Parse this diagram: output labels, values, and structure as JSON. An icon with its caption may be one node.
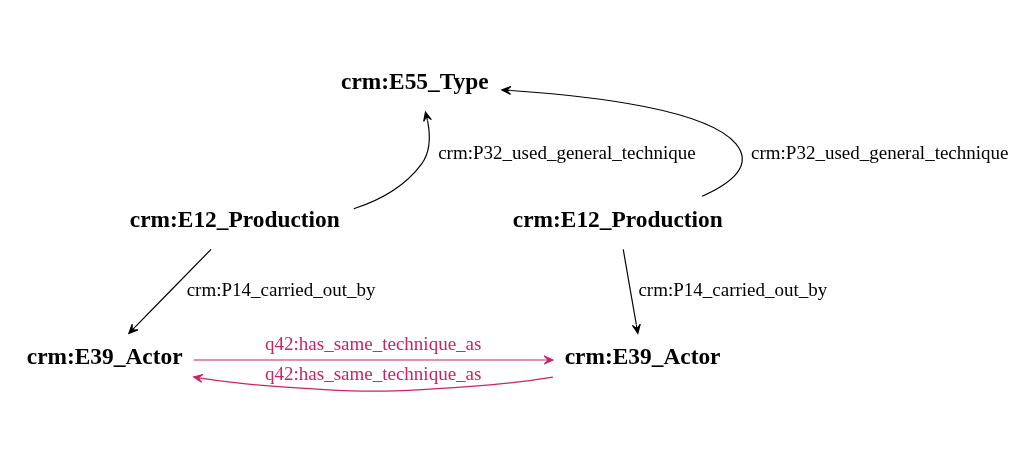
{
  "diagram": {
    "nodes": [
      {
        "text": [
          "crm:E55_Type"
        ]
      },
      {
        "text": [
          "crm:E12_Production"
        ]
      },
      {
        "text": [
          "crm:E12_Production"
        ]
      },
      {
        "text": [
          "crm:E39_Actor"
        ]
      },
      {
        "text": [
          "crm:E39_Actor"
        ]
      }
    ],
    "edges": [
      {
        "from": 1,
        "to": 0,
        "arrow": "to",
        "label": "crm:P32_used_general_technique"
      },
      {
        "from": 2,
        "to": 0,
        "arrow": "to",
        "label": "crm:P32_used_general_technique"
      },
      {
        "from": 1,
        "to": 3,
        "arrow": "to",
        "label": "crm:P14_carried_out_by"
      },
      {
        "from": 2,
        "to": 4,
        "arrow": "to",
        "label": "crm:P14_carried_out_by"
      },
      {
        "from": 3,
        "to": 4,
        "arrow": "to",
        "label": "q42:has_same_technique_as",
        "color": "#cc2266"
      },
      {
        "from": 4,
        "to": 3,
        "arrow": "to",
        "label": "q42:has_same_technique_as",
        "color": "#cc2266"
      }
    ]
  }
}
